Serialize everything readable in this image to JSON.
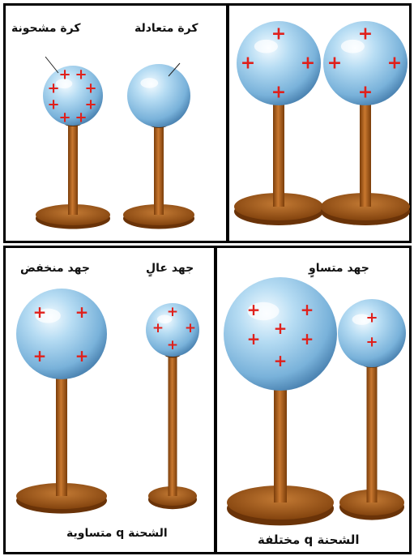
{
  "panel1": {
    "label_charged": "كرة مشحونة",
    "label_neutral": "كرة متعادلة"
  },
  "panel3": {
    "label_low": "جهد منخفض",
    "label_high": "جهد عالٍ",
    "caption": "الشحنة q متساوية"
  },
  "panel4": {
    "label_equal": "جهد متساوٍ",
    "caption": "الشحنة q مختلفة"
  },
  "colors": {
    "sphere": "#a9d3ee",
    "sphere_dark": "#5e9bc8",
    "rod": "#b5651d",
    "base": "#9a4f12",
    "plus": "#e0201b"
  },
  "plus_sign": "+"
}
